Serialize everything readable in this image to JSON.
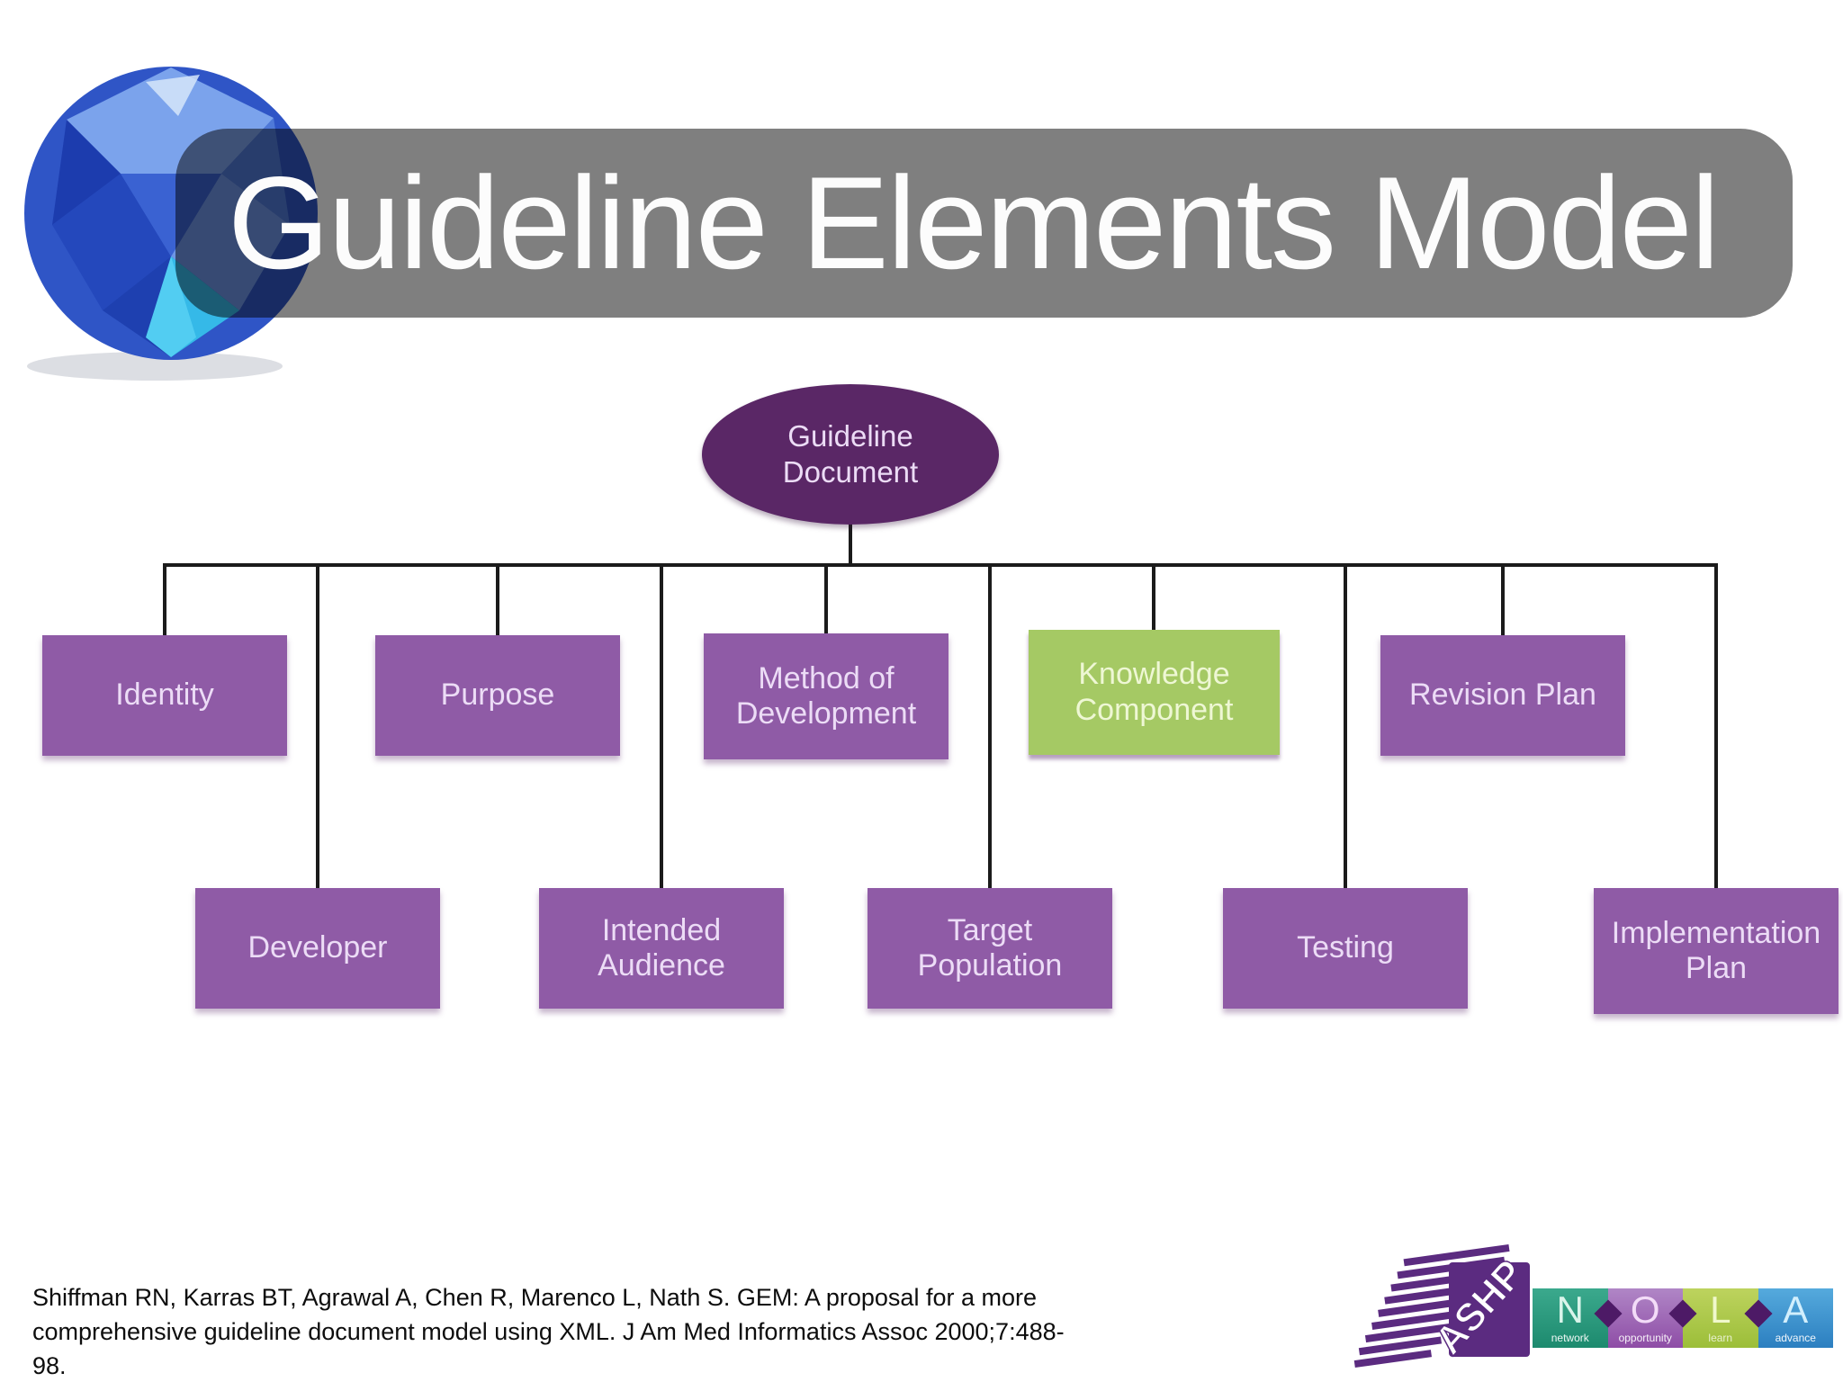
{
  "slide": {
    "title": "Guideline Elements Model"
  },
  "diagram": {
    "root": {
      "label": "Guideline\nDocument"
    },
    "row1": [
      {
        "label": "Identity"
      },
      {
        "label": "Purpose"
      },
      {
        "label": "Method of\nDevelopment"
      },
      {
        "label": "Knowledge\nComponent",
        "highlight": "green"
      },
      {
        "label": "Revision Plan"
      }
    ],
    "row2": [
      {
        "label": "Developer"
      },
      {
        "label": "Intended\nAudience"
      },
      {
        "label": "Target\nPopulation"
      },
      {
        "label": "Testing"
      },
      {
        "label": "Implementation\nPlan"
      }
    ]
  },
  "citation": {
    "text": "Shiffman RN, Karras BT, Agrawal A, Chen R, Marenco L, Nath S. GEM: A proposal for a more\ncomprehensive guideline document model using XML. J Am Med Informatics Assoc 2000;7:488-98."
  },
  "logos": {
    "ashp": {
      "text": "ASHP"
    },
    "nola": {
      "panels": [
        {
          "letter": "N",
          "word": "network"
        },
        {
          "letter": "O",
          "word": "opportunity"
        },
        {
          "letter": "L",
          "word": "learn"
        },
        {
          "letter": "A",
          "word": "advance"
        }
      ]
    }
  },
  "colors": {
    "banner": "#7f7f7f",
    "title_text": "#fcfcfc",
    "ellipse_fill": "#5a2766",
    "node_fill": "#8f5ba6",
    "node_text": "#ecdcf6",
    "green_fill": "#a5c964",
    "green_text": "#eef7d4",
    "line": "#1b1b1b",
    "citation_text": "#0d0d0d",
    "ashp_purple": "#5b2b80",
    "nola_teal": "#2c9a7d",
    "nola_purple": "#9c5fb0",
    "nola_lime": "#aac84c",
    "nola_blue": "#3e95cf",
    "nola_diamond": "#4d1a66",
    "gem_blue": "#2f55c6"
  }
}
